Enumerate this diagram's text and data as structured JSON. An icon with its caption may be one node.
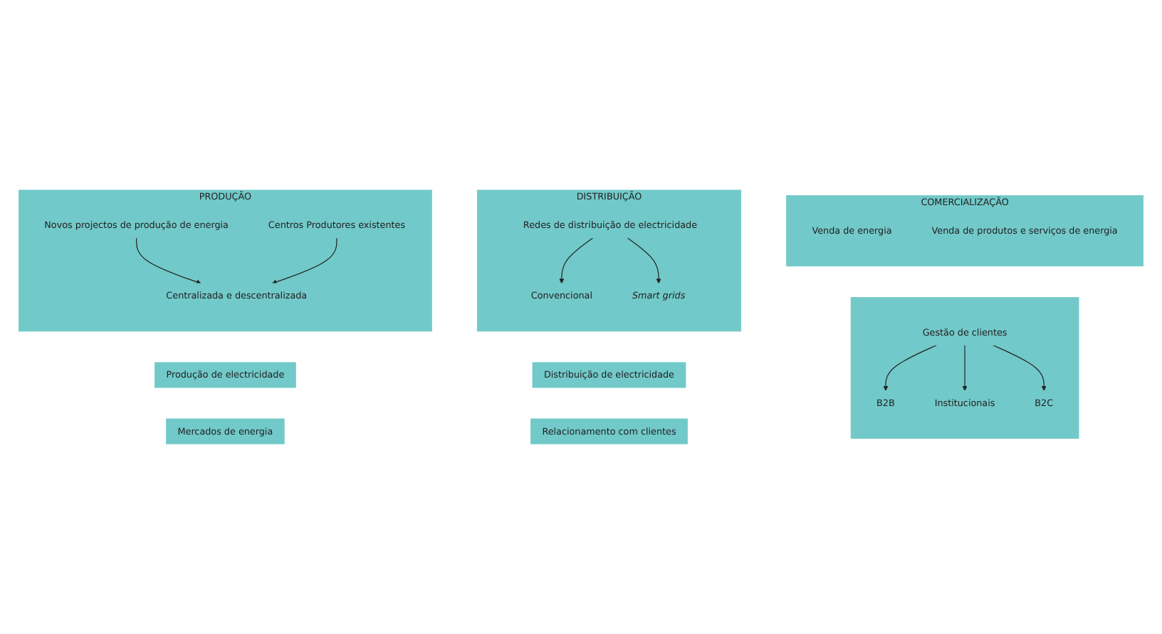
{
  "diagram": {
    "nodes": [
      {
        "text": [
          "PRODUÇÃO"
        ]
      },
      {
        "text": [
          "Novos projectos de produção de energia"
        ],
        "in": 0
      },
      {
        "text": [
          "Centros Produtores existentes"
        ],
        "in": 0
      },
      {
        "text": [
          "Centralizada e descentralizada"
        ],
        "in": 0
      },
      {
        "text": [
          "Produção de electricidade"
        ]
      },
      {
        "text": [
          "Mercados de energia"
        ]
      },
      {
        "text": [
          "DISTRIBUIÇÃO"
        ]
      },
      {
        "text": [
          "Redes de distribuição de electricidade"
        ],
        "in": 6
      },
      {
        "text": [
          "Convencional"
        ],
        "in": 6
      },
      {
        "text": [
          "Smart grids"
        ],
        "in": 6
      },
      {
        "text": [
          "Distribuição de electricidade"
        ]
      },
      {
        "text": [
          "Relacionamento com clientes"
        ]
      },
      {
        "text": [
          "COMERCIALIZAÇÃO"
        ]
      },
      {
        "text": [
          "Venda de energia"
        ],
        "in": 12
      },
      {
        "text": [
          "Venda de produtos e serviços de energia"
        ],
        "in": 12
      },
      {
        "text": [],
        "shape": "box"
      },
      {
        "text": [
          "Gestão de clientes"
        ],
        "in": 15
      },
      {
        "text": [
          "B2B"
        ],
        "in": 15
      },
      {
        "text": [
          "Institucionais"
        ],
        "in": 15
      },
      {
        "text": [
          "B2C"
        ],
        "in": 15
      }
    ],
    "edges": [
      {
        "from": 1,
        "to": 3,
        "arrow": "to"
      },
      {
        "from": 2,
        "to": 3,
        "arrow": "to"
      },
      {
        "from": 7,
        "to": 8,
        "arrow": "to"
      },
      {
        "from": 7,
        "to": 9,
        "arrow": "to"
      },
      {
        "from": 16,
        "to": 17,
        "arrow": "to"
      },
      {
        "from": 16,
        "to": 18,
        "arrow": "to"
      },
      {
        "from": 16,
        "to": 19,
        "arrow": "to"
      }
    ]
  }
}
